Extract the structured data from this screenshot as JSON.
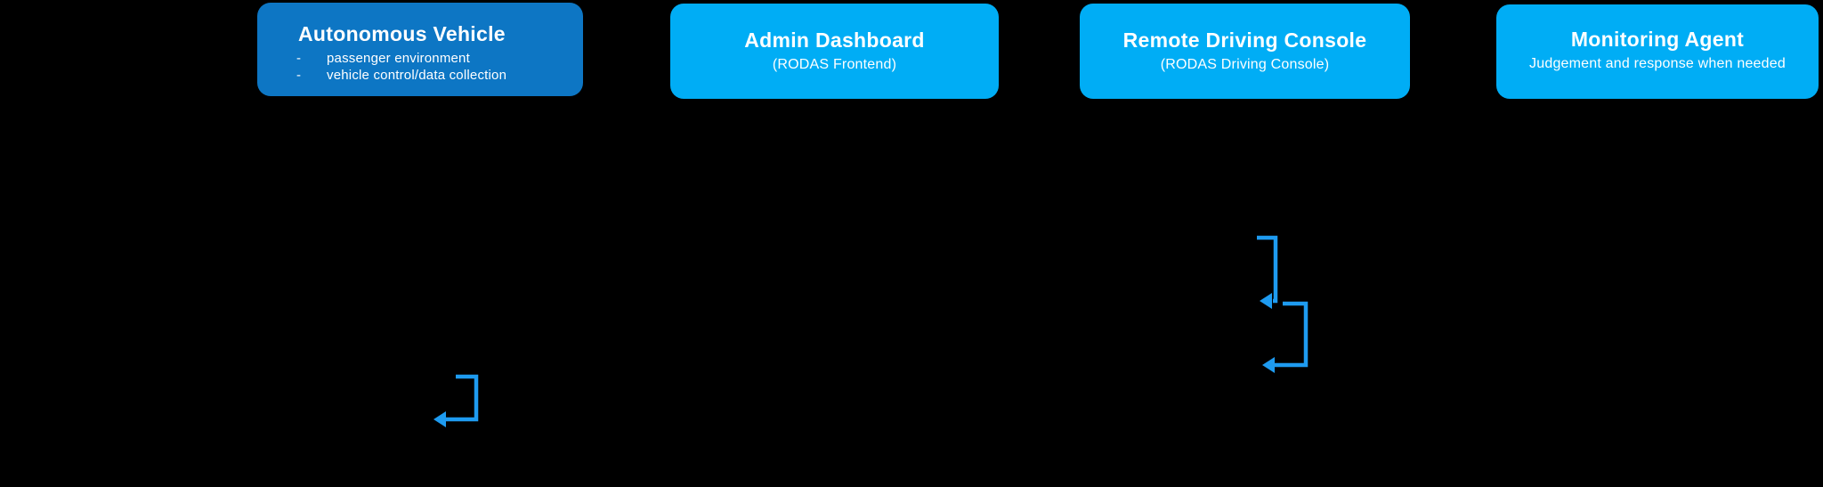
{
  "colors": {
    "background": "#000000",
    "primary_box": "#0d76c4",
    "secondary_box": "#00adf5",
    "arrow": "#1e9bf0",
    "text": "#ffffff"
  },
  "bullet_marker": "-",
  "boxes": [
    {
      "id": "autonomous-vehicle",
      "title": "Autonomous Vehicle",
      "bullets": [
        "passenger environment",
        "vehicle control/data collection"
      ]
    },
    {
      "id": "admin-dashboard",
      "title": "Admin Dashboard",
      "subtitle": "(RODAS Frontend)"
    },
    {
      "id": "remote-driving-console",
      "title": "Remote Driving Console",
      "subtitle": "(RODAS Driving Console)"
    },
    {
      "id": "monitoring-agent",
      "title": "Monitoring Agent",
      "subtitle": "Judgement and response when needed"
    }
  ],
  "arrows": [
    {
      "name": "self-loop-arrow-1",
      "shape": "left-pointing-self-loop"
    },
    {
      "name": "self-loop-arrow-2",
      "shape": "left-pointing-self-loop"
    },
    {
      "name": "self-loop-arrow-3",
      "shape": "left-pointing-self-loop"
    }
  ]
}
